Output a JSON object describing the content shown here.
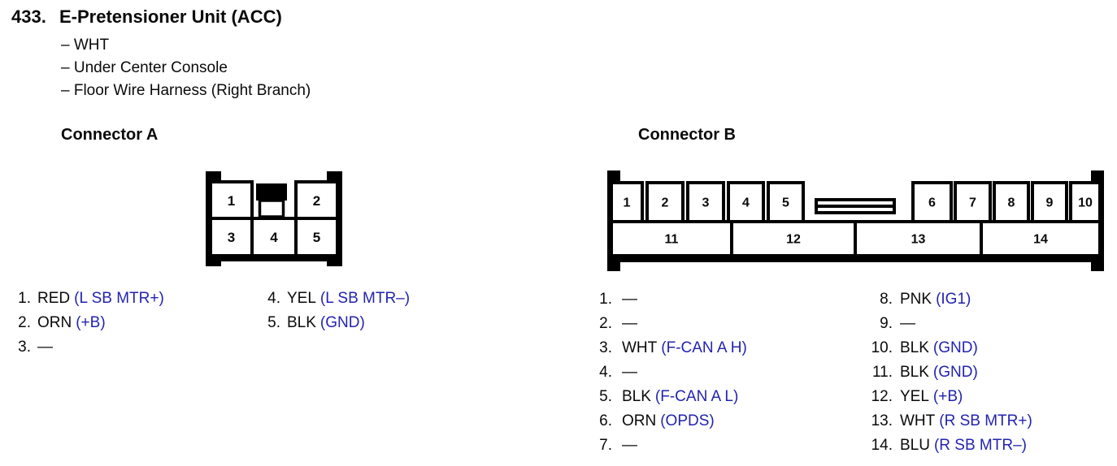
{
  "page": {
    "section_number": "433.",
    "title": "E-Pretensioner Unit (ACC)",
    "details": [
      "– WHT",
      "– Under Center Console",
      "– Floor Wire Harness (Right Branch)"
    ]
  },
  "colors": {
    "signal_blue": "#2323b0",
    "text_black": "#0a0a0a"
  },
  "connector_a": {
    "heading": "Connector A",
    "cavities": [
      "1",
      "2",
      "3",
      "4",
      "5"
    ],
    "pins": [
      {
        "num": "1.",
        "wire": "RED",
        "signal": "(L SB MTR+)"
      },
      {
        "num": "2.",
        "wire": "ORN",
        "signal": "(+B)"
      },
      {
        "num": "3.",
        "wire": "—",
        "signal": ""
      },
      {
        "num": "4.",
        "wire": "YEL",
        "signal": "(L SB MTR–)"
      },
      {
        "num": "5.",
        "wire": "BLK",
        "signal": "(GND)"
      }
    ]
  },
  "connector_b": {
    "heading": "Connector B",
    "cavities": [
      "1",
      "2",
      "3",
      "4",
      "5",
      "6",
      "7",
      "8",
      "9",
      "10",
      "11",
      "12",
      "13",
      "14"
    ],
    "pins": [
      {
        "num": "1.",
        "wire": "—",
        "signal": ""
      },
      {
        "num": "2.",
        "wire": "—",
        "signal": ""
      },
      {
        "num": "3.",
        "wire": "WHT",
        "signal": "(F-CAN A H)"
      },
      {
        "num": "4.",
        "wire": "—",
        "signal": ""
      },
      {
        "num": "5.",
        "wire": "BLK",
        "signal": "(F-CAN A L)"
      },
      {
        "num": "6.",
        "wire": "ORN",
        "signal": "(OPDS)"
      },
      {
        "num": "7.",
        "wire": "—",
        "signal": ""
      },
      {
        "num": "8.",
        "wire": "PNK",
        "signal": "(IG1)"
      },
      {
        "num": "9.",
        "wire": "—",
        "signal": ""
      },
      {
        "num": "10.",
        "wire": "BLK",
        "signal": "(GND)"
      },
      {
        "num": "11.",
        "wire": "BLK",
        "signal": "(GND)"
      },
      {
        "num": "12.",
        "wire": "YEL",
        "signal": "(+B)"
      },
      {
        "num": "13.",
        "wire": "WHT",
        "signal": "(R SB MTR+)"
      },
      {
        "num": "14.",
        "wire": "BLU",
        "signal": "(R SB MTR–)"
      }
    ]
  }
}
